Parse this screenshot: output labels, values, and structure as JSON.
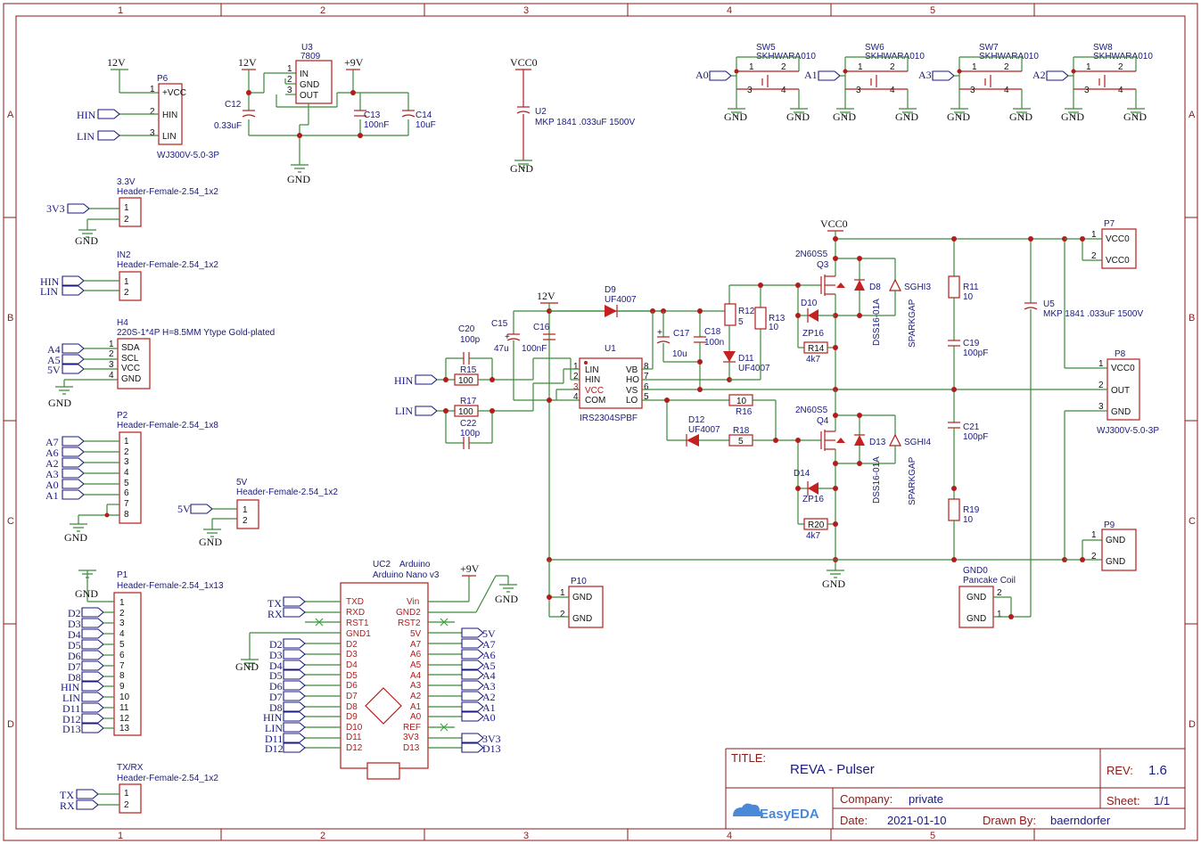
{
  "grid": {
    "columns": [
      "1",
      "2",
      "3",
      "4",
      "5"
    ],
    "rows": [
      "A",
      "B",
      "C",
      "D"
    ]
  },
  "title_block": {
    "title_label": "TITLE:",
    "title": "REVA - Pulser",
    "rev_label": "REV:",
    "rev": "1.6",
    "company_label": "Company:",
    "company": "private",
    "sheet_label": "Sheet:",
    "sheet": "1/1",
    "date_label": "Date:",
    "date": "2021-01-10",
    "drawn_label": "Drawn By:",
    "drawn_by": "baerndorfer",
    "logo": "EasyEDA"
  },
  "power": {
    "v12": "12V",
    "v9": "+9V",
    "vcc0": "VCC0",
    "gnd": "GND"
  },
  "components": {
    "p6": {
      "ref": "P6",
      "part": "WJ300V-5.0-3P",
      "pins": [
        "+VCC",
        "HIN",
        "LIN"
      ],
      "nums": [
        "1",
        "2",
        "3"
      ]
    },
    "u3": {
      "ref": "U3",
      "part": "7809",
      "pins": [
        "IN",
        "GND",
        "OUT"
      ],
      "nums": [
        "1",
        "2",
        "3"
      ]
    },
    "c12": {
      "ref": "C12",
      "value": "0.33uF"
    },
    "c13": {
      "ref": "C13",
      "value": "100nF"
    },
    "c14": {
      "ref": "C14",
      "value": "10uF"
    },
    "u2": {
      "ref": "U2",
      "value": "MKP 1841 .033uF 1500V"
    },
    "sw": [
      {
        "ref": "SW5",
        "part": "SKHWARA010",
        "net": "A0"
      },
      {
        "ref": "SW6",
        "part": "SKHWARA010",
        "net": "A1"
      },
      {
        "ref": "SW7",
        "part": "SKHWARA010",
        "net": "A3"
      },
      {
        "ref": "SW8",
        "part": "SKHWARA010",
        "net": "A2"
      }
    ],
    "h33": {
      "ref": "3.3V",
      "part": "Header-Female-2.54_1x2",
      "net": "3V3"
    },
    "in2": {
      "ref": "IN2",
      "part": "Header-Female-2.54_1x2"
    },
    "h4": {
      "ref": "H4",
      "part": "220S-1*4P H=8.5MM Ytype Gold-plated",
      "pins": [
        "SDA",
        "SCL",
        "VCC",
        "GND"
      ],
      "nets": [
        "A4",
        "A5",
        "5V"
      ]
    },
    "p2": {
      "ref": "P2",
      "part": "Header-Female-2.54_1x8",
      "nets": [
        "A7",
        "A6",
        "A2",
        "A3",
        "A0",
        "A1"
      ]
    },
    "h5v": {
      "ref": "5V",
      "part": "Header-Female-2.54_1x2",
      "net": "5V"
    },
    "p1": {
      "ref": "P1",
      "part": "Header-Female-2.54_1x13",
      "nets": [
        "D2",
        "D3",
        "D4",
        "D5",
        "D6",
        "D7",
        "D8",
        "HIN",
        "LIN",
        "D11",
        "D12",
        "D13"
      ]
    },
    "txrx": {
      "ref": "TX/RX",
      "part": "Header-Female-2.54_1x2",
      "nets": [
        "TX",
        "RX"
      ]
    },
    "uc2": {
      "ref": "UC2",
      "part": "Arduino",
      "part2": "Arduino Nano v3",
      "left": [
        "TXD",
        "RXD",
        "RST1",
        "GND1",
        "D2",
        "D3",
        "D4",
        "D5",
        "D6",
        "D7",
        "D8",
        "D9",
        "D10",
        "D11",
        "D12"
      ],
      "right": [
        "Vin",
        "GND2",
        "RST2",
        "5V",
        "A7",
        "A6",
        "A5",
        "A4",
        "A3",
        "A2",
        "A1",
        "A0",
        "REF",
        "3V3",
        "D13"
      ],
      "lnets": [
        "TX",
        "RX",
        "",
        "",
        "D2",
        "D3",
        "D4",
        "D5",
        "D6",
        "D7",
        "D8",
        "HIN",
        "LIN",
        "D11",
        "D12"
      ],
      "rnets": [
        "",
        "",
        "",
        "5V",
        "A7",
        "A6",
        "A5",
        "A4",
        "A3",
        "A2",
        "A1",
        "A0",
        "",
        "3V3",
        "D13"
      ]
    },
    "u1": {
      "ref": "U1",
      "part": "IRS2304SPBF",
      "left": [
        "LIN",
        "HIN",
        "VCC",
        "COM"
      ],
      "right": [
        "VB",
        "HO",
        "VS",
        "LO"
      ],
      "lnums": [
        "1",
        "2",
        "3",
        "4"
      ],
      "rnums": [
        "8",
        "7",
        "6",
        "5"
      ]
    },
    "d9": {
      "ref": "D9",
      "part": "UF4007"
    },
    "d11": {
      "ref": "D11",
      "part": "UF4007"
    },
    "d12": {
      "ref": "D12",
      "part": "UF4007"
    },
    "c15": {
      "ref": "C15",
      "value": "47u"
    },
    "c16": {
      "ref": "C16",
      "value": "100nF"
    },
    "c17": {
      "ref": "C17",
      "value": "10u"
    },
    "c18": {
      "ref": "C18",
      "value": "100n"
    },
    "c20": {
      "ref": "C20",
      "value": "100p"
    },
    "c22": {
      "ref": "C22",
      "value": "100p"
    },
    "r15": {
      "ref": "R15",
      "value": "100"
    },
    "r17": {
      "ref": "R17",
      "value": "100"
    },
    "r12": {
      "ref": "R12",
      "value": "5"
    },
    "r13": {
      "ref": "R13",
      "value": "10"
    },
    "r14": {
      "ref": "R14",
      "value": "4k7"
    },
    "r16": {
      "ref": "R16",
      "value": "10"
    },
    "r18": {
      "ref": "R18",
      "value": "5"
    },
    "r20": {
      "ref": "R20",
      "value": "4k7"
    },
    "q3": {
      "ref": "Q3",
      "part": "2N60S5"
    },
    "q4": {
      "ref": "Q4",
      "part": "2N60S5"
    },
    "d8": {
      "ref": "D8",
      "part": "DSS16-01A"
    },
    "d13": {
      "ref": "D13",
      "part": "DSS16-01A"
    },
    "d10": {
      "ref": "D10",
      "part": "ZP16"
    },
    "d14": {
      "ref": "D14",
      "part": "ZP16"
    },
    "sghi3": {
      "ref": "SGHI3",
      "part": "SPARKGAP"
    },
    "sghi4": {
      "ref": "SGHI4",
      "part": "SPARKGAP"
    },
    "r11": {
      "ref": "R11",
      "value": "10"
    },
    "r19": {
      "ref": "R19",
      "value": "10"
    },
    "c19": {
      "ref": "C19",
      "value": "100pF"
    },
    "c21": {
      "ref": "C21",
      "value": "100pF"
    },
    "u5": {
      "ref": "U5",
      "value": "MKP 1841 .033uF 1500V"
    },
    "p7": {
      "ref": "P7",
      "pins": [
        "VCC0",
        "VCC0"
      ]
    },
    "p8": {
      "ref": "P8",
      "part": "WJ300V-5.0-3P",
      "pins": [
        "VCC0",
        "OUT",
        "GND"
      ]
    },
    "p9": {
      "ref": "P9",
      "pins": [
        "GND",
        "GND"
      ]
    },
    "p10": {
      "ref": "P10",
      "pins": [
        "GND",
        "GND"
      ]
    },
    "gnd0": {
      "ref": "GND0",
      "part": "Pancake Coil",
      "pins": [
        "GND",
        "GND"
      ]
    }
  }
}
